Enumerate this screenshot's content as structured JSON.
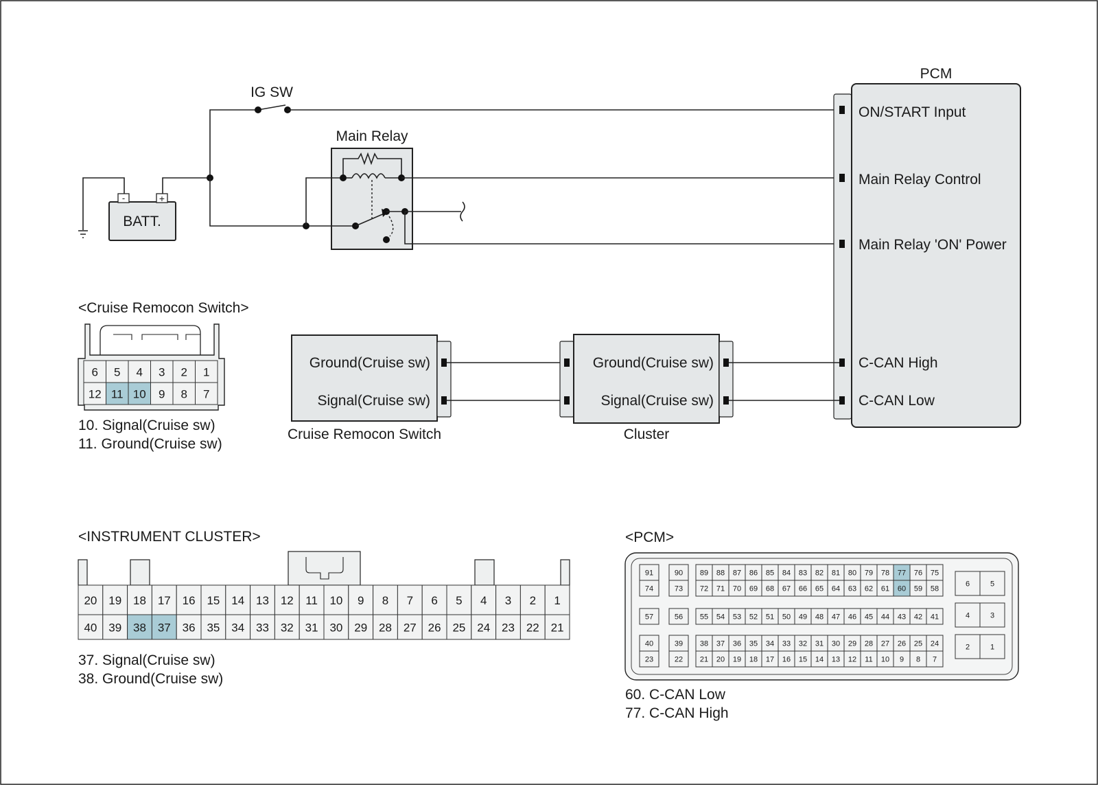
{
  "wiring": {
    "ig_sw": "IG SW",
    "main_relay": "Main Relay",
    "battery": "BATT.",
    "battery_minus": "-",
    "battery_plus": "+",
    "pcm_title": "PCM",
    "pcm_pins": [
      "ON/START Input",
      "Main Relay Control",
      "Main Relay 'ON' Power",
      "C-CAN High",
      "C-CAN Low"
    ],
    "switch_ground": "Ground(Cruise sw)",
    "switch_signal": "Signal(Cruise sw)",
    "switch_caption": "Cruise Remocon Switch",
    "cluster_ground": "Ground(Cruise sw)",
    "cluster_signal": "Signal(Cruise sw)",
    "cluster_caption": "Cluster"
  },
  "cruise_connector": {
    "title": "<Cruise Remocon Switch>",
    "top_row": [
      "6",
      "5",
      "4",
      "3",
      "2",
      "1"
    ],
    "bottom_row": [
      "12",
      "11",
      "10",
      "9",
      "8",
      "7"
    ],
    "highlighted": [
      "11",
      "10"
    ],
    "notes": [
      "10. Signal(Cruise sw)",
      "11. Ground(Cruise sw)"
    ]
  },
  "cluster_connector": {
    "title": "<INSTRUMENT CLUSTER>",
    "top_row": [
      "20",
      "19",
      "18",
      "17",
      "16",
      "15",
      "14",
      "13",
      "12",
      "11",
      "10",
      "9",
      "8",
      "7",
      "6",
      "5",
      "4",
      "3",
      "2",
      "1"
    ],
    "bottom_row": [
      "40",
      "39",
      "38",
      "37",
      "36",
      "35",
      "34",
      "33",
      "32",
      "31",
      "30",
      "29",
      "28",
      "27",
      "26",
      "25",
      "24",
      "23",
      "22",
      "21"
    ],
    "highlighted": [
      "38",
      "37"
    ],
    "notes": [
      "37. Signal(Cruise sw)",
      "38. Ground(Cruise sw)"
    ]
  },
  "pcm_connector": {
    "title": "<PCM>",
    "col_a": [
      "91",
      "74",
      "57",
      "40",
      "23"
    ],
    "col_b": [
      "90",
      "73",
      "56",
      "39",
      "22"
    ],
    "row1": [
      "89",
      "88",
      "87",
      "86",
      "85",
      "84",
      "83",
      "82",
      "81",
      "80",
      "79",
      "78",
      "77",
      "76",
      "75"
    ],
    "row2": [
      "72",
      "71",
      "70",
      "69",
      "68",
      "67",
      "66",
      "65",
      "64",
      "63",
      "62",
      "61",
      "60",
      "59",
      "58"
    ],
    "row3": [
      "55",
      "54",
      "53",
      "52",
      "51",
      "50",
      "49",
      "48",
      "47",
      "46",
      "45",
      "44",
      "43",
      "42",
      "41"
    ],
    "row4": [
      "38",
      "37",
      "36",
      "35",
      "34",
      "33",
      "32",
      "31",
      "30",
      "29",
      "28",
      "27",
      "26",
      "25",
      "24"
    ],
    "row5": [
      "21",
      "20",
      "19",
      "18",
      "17",
      "16",
      "15",
      "14",
      "13",
      "12",
      "11",
      "10",
      "9",
      "8",
      "7"
    ],
    "right_block": [
      [
        "6",
        "5"
      ],
      [
        "4",
        "3"
      ],
      [
        "2",
        "1"
      ]
    ],
    "highlighted": [
      "77",
      "60"
    ],
    "notes": [
      "60. C-CAN Low",
      "77. C-CAN High"
    ]
  }
}
